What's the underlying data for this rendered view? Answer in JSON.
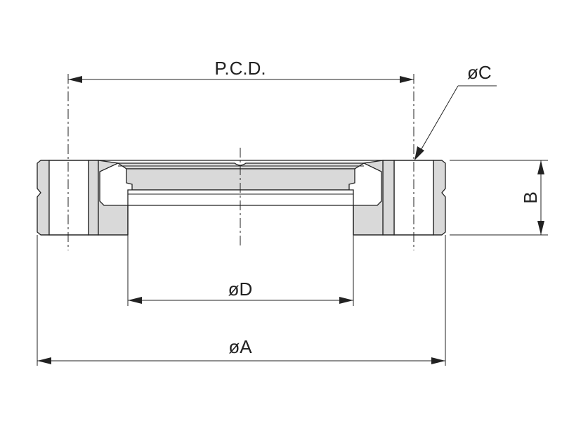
{
  "drawing": {
    "subject": "flange cross-section",
    "dimensions": {
      "pcd": "P.C.D.",
      "c": "øC",
      "b": "B",
      "d": "øD",
      "a": "øA"
    }
  }
}
